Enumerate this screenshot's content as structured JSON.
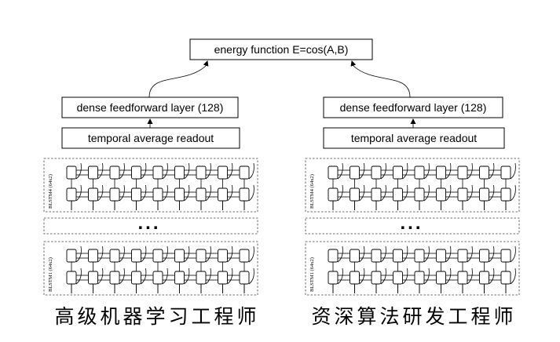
{
  "energy_box": "energy function E=cos(A,B)",
  "branches": [
    {
      "dense_label": "dense feedforward layer (128)",
      "readout_label": "temporal average readout",
      "dots": "...",
      "upper_block_label": "BLSTM4 (64x2)",
      "lower_block_label": "BLSTM1 (64x2)",
      "caption": "高级机器学习工程师"
    },
    {
      "dense_label": "dense feedforward layer (128)",
      "readout_label": "temporal average readout",
      "dots": "...",
      "upper_block_label": "BLSTM4 (64x2)",
      "lower_block_label": "BLSTM1 (64x2)",
      "caption": "资深算法研发工程师"
    }
  ]
}
